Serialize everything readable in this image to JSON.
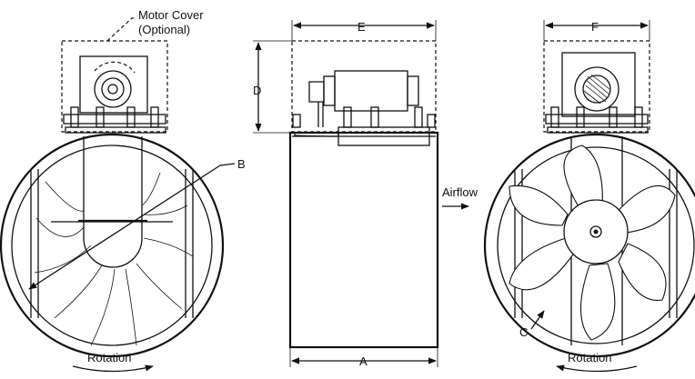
{
  "labels": {
    "motor_cover": "Motor Cover",
    "optional": "(Optional)",
    "dim_a": "A",
    "dim_b": "B",
    "dim_c": "C",
    "dim_d": "D",
    "dim_e": "E",
    "dim_f": "F",
    "airflow": "Airflow",
    "rotation_left": "Rotation",
    "rotation_right": "Rotation"
  }
}
